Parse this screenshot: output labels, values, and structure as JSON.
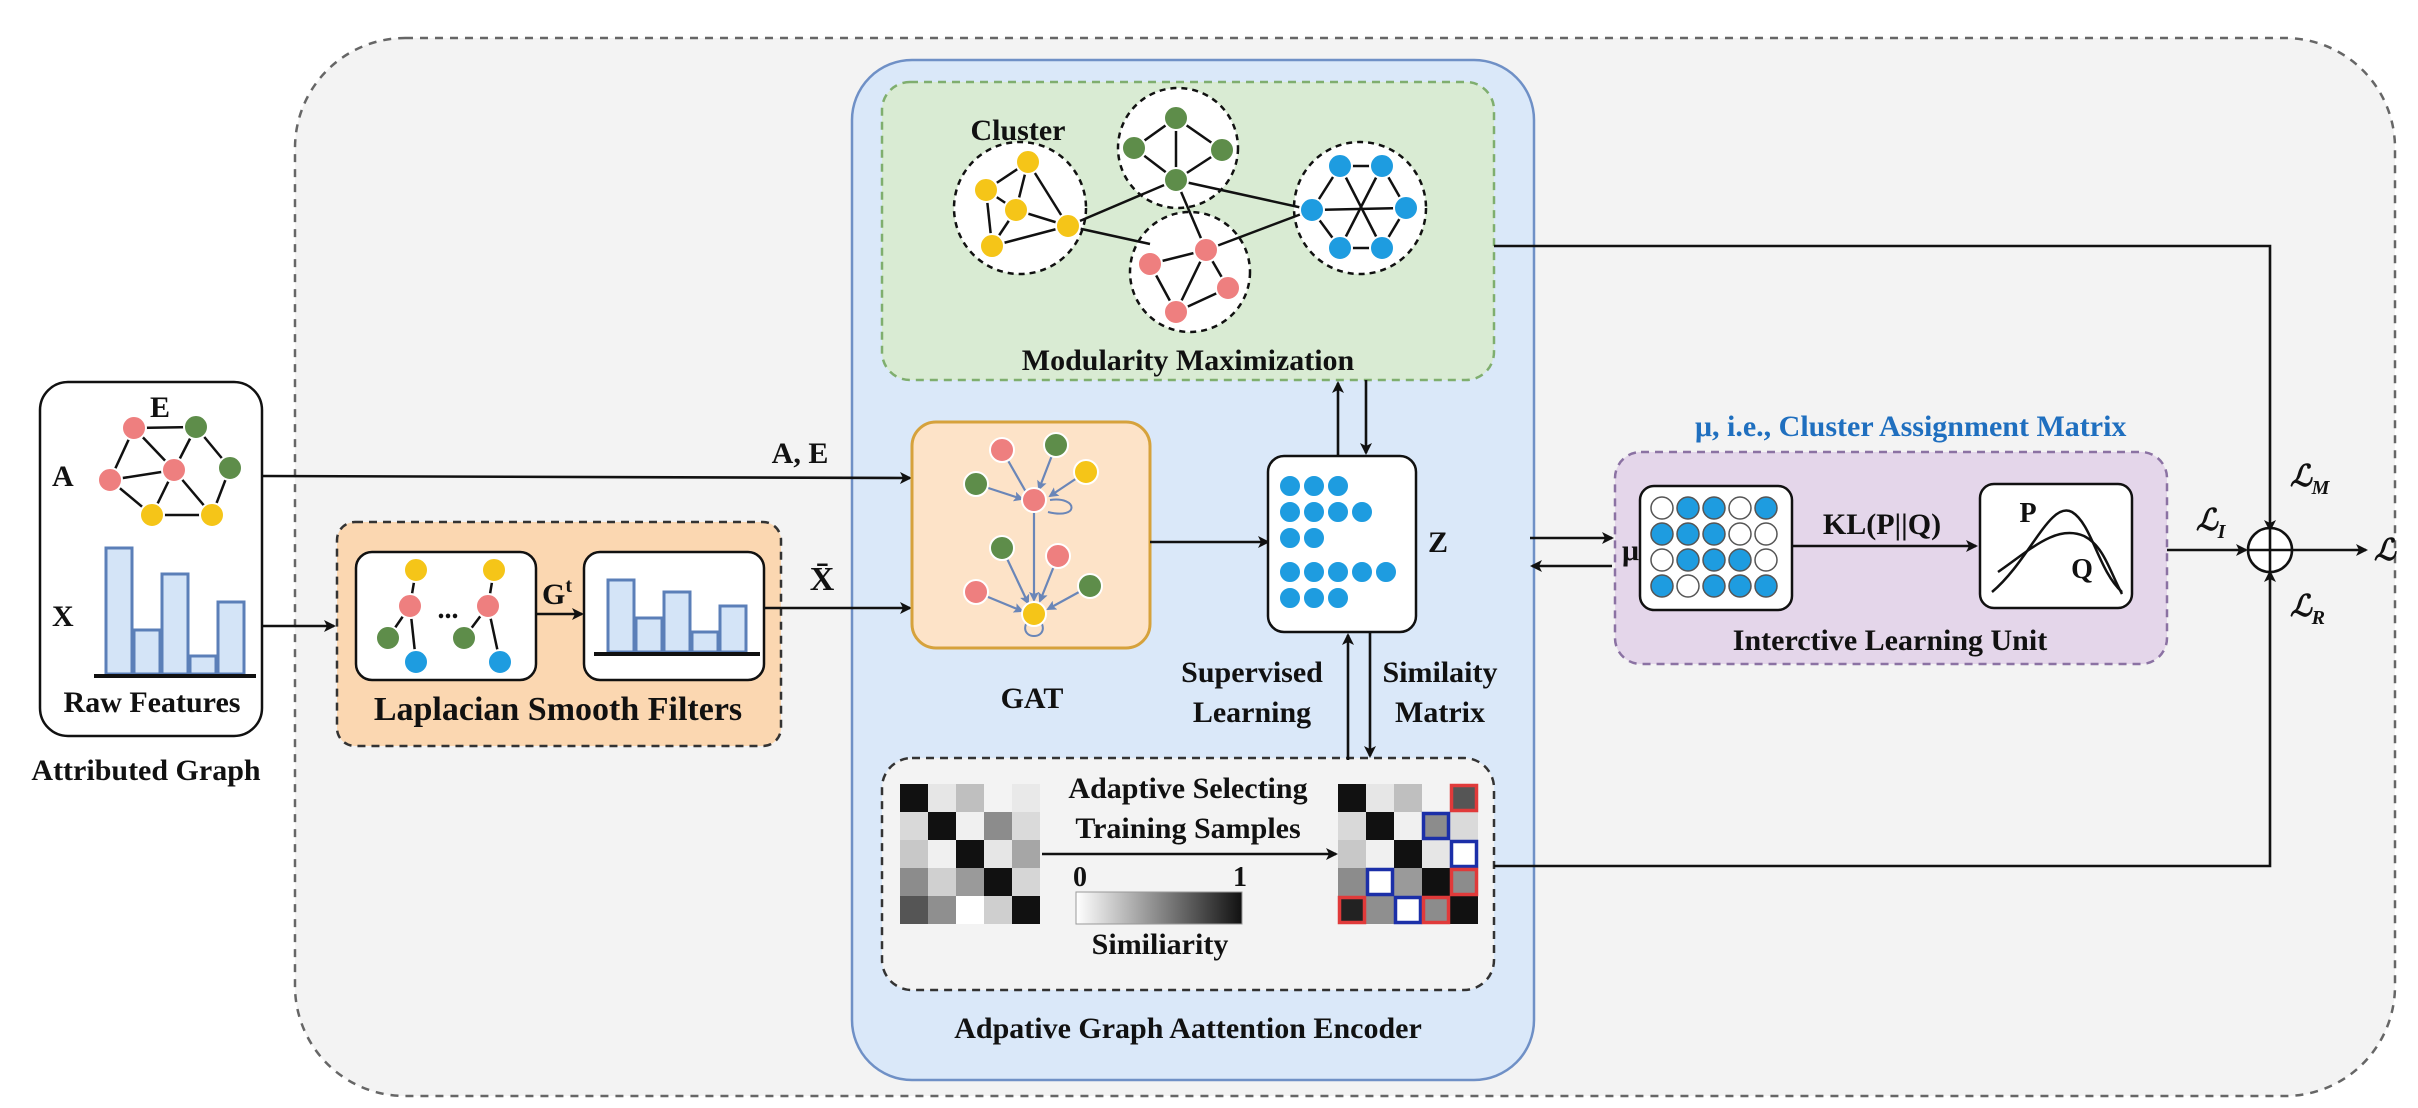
{
  "colors": {
    "yellow": "#f5c518",
    "green": "#5e8d4a",
    "pink": "#ee7f7f",
    "blue": "#1e9ce0",
    "bar_fill": "#d4e4f7",
    "bar_stroke": "#5b7fb8",
    "encoder_fill": "#dae8f9",
    "encoder_stroke": "#6f90c6",
    "modularity_fill": "#d9ebd3",
    "laplacian_fill": "#fbd7b1",
    "gat_fill": "#fde3c8",
    "interactive_fill": "#e4d6ea",
    "outer_fill": "#f3f3f3",
    "title_blue": "#1f6fbf"
  },
  "attributed_graph": {
    "label_e": "E",
    "label_a": "A",
    "label_x": "X",
    "raw_features": "Raw Features",
    "caption": "Attributed Graph"
  },
  "edges": {
    "ae": "A, E",
    "xbar": "X̄",
    "gt_base": "G",
    "gt_sup": "t"
  },
  "laplacian": {
    "title": "Laplacian Smooth Filters",
    "ellipsis": "..."
  },
  "gat": {
    "title": "GAT"
  },
  "modularity": {
    "cluster": "Cluster",
    "title": "Modularity Maximization"
  },
  "embedding": {
    "label": "Z"
  },
  "encoder": {
    "title": "Adpative Graph Aattention Encoder",
    "supervised_line1": "Supervised",
    "supervised_line2": "Learning",
    "similarity_line1": "Similaity",
    "similarity_line2": "Matrix"
  },
  "sampling": {
    "line1": "Adaptive Selecting",
    "line2": "Training Samples",
    "scale_min": "0",
    "scale_max": "1",
    "scale_label": "Similiarity"
  },
  "interactive": {
    "header": "μ, i.e., Cluster Assignment Matrix",
    "mu": "μ",
    "kl": "KL(P||Q)",
    "p": "P",
    "q": "Q",
    "title": "Interctive Learning Unit"
  },
  "losses": {
    "l_m_sub": "M",
    "l_i_sub": "I",
    "l_r_sub": "R",
    "l_symbol": "ℒ"
  }
}
